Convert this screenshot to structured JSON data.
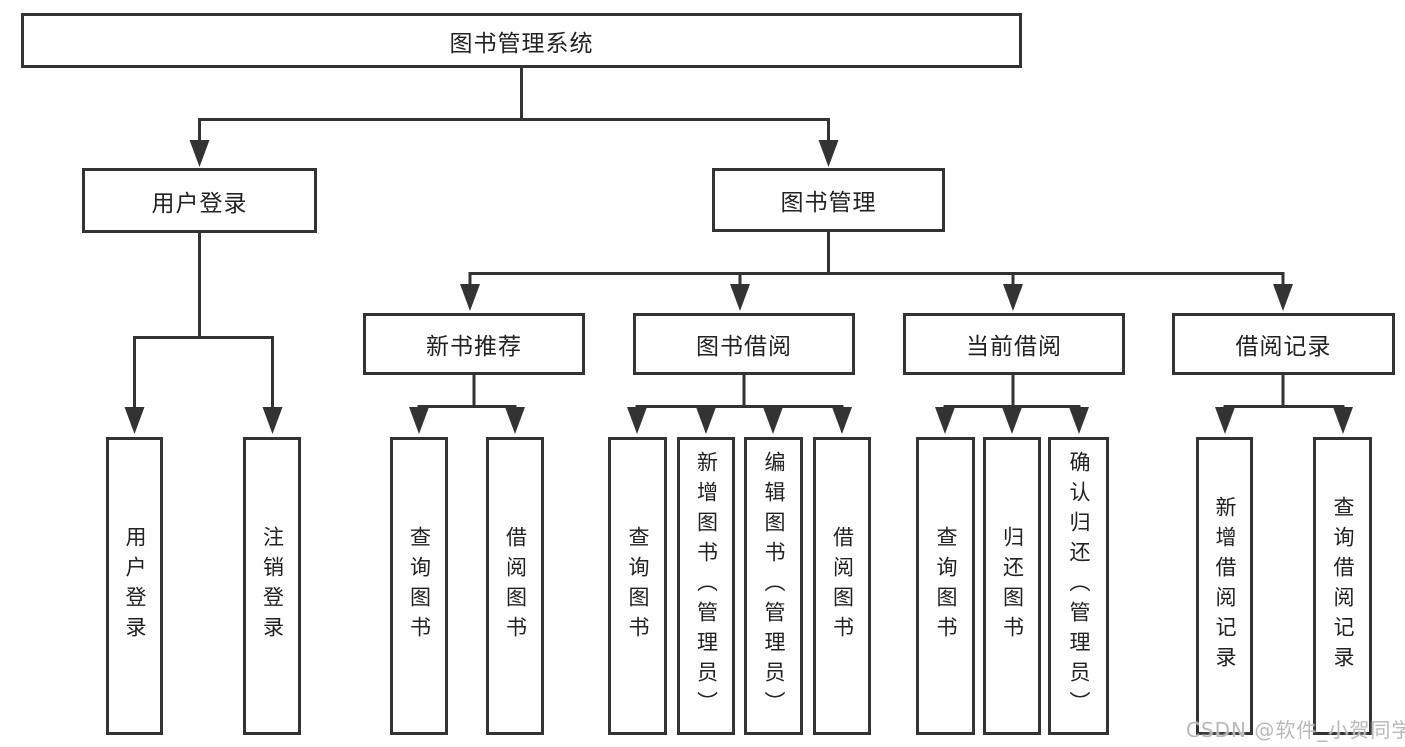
{
  "diagram": {
    "root": {
      "label": "图书管理系统"
    },
    "branches": [
      {
        "label": "用户登录",
        "children": [
          {
            "label": "用户登录"
          },
          {
            "label": "注销登录"
          }
        ]
      },
      {
        "label": "图书管理",
        "children": [
          {
            "label": "新书推荐",
            "children": [
              {
                "label": "查询图书"
              },
              {
                "label": "借阅图书"
              }
            ]
          },
          {
            "label": "图书借阅",
            "children": [
              {
                "label": "查询图书"
              },
              {
                "label": "新增图书（管理员）"
              },
              {
                "label": "编辑图书（管理员）"
              },
              {
                "label": "借阅图书"
              }
            ]
          },
          {
            "label": "当前借阅",
            "children": [
              {
                "label": "查询图书"
              },
              {
                "label": "归还图书"
              },
              {
                "label": "确认归还（管理员）"
              }
            ]
          },
          {
            "label": "借阅记录",
            "children": [
              {
                "label": "新增借阅记录"
              },
              {
                "label": "查询借阅记录"
              }
            ]
          }
        ]
      }
    ]
  },
  "watermark": {
    "text": "CSDN @软件_小贺同学"
  },
  "colors": {
    "line": "#333333",
    "box_border": "#333333",
    "text": "#222222",
    "background": "#ffffff",
    "watermark": "#b9b9b9"
  }
}
